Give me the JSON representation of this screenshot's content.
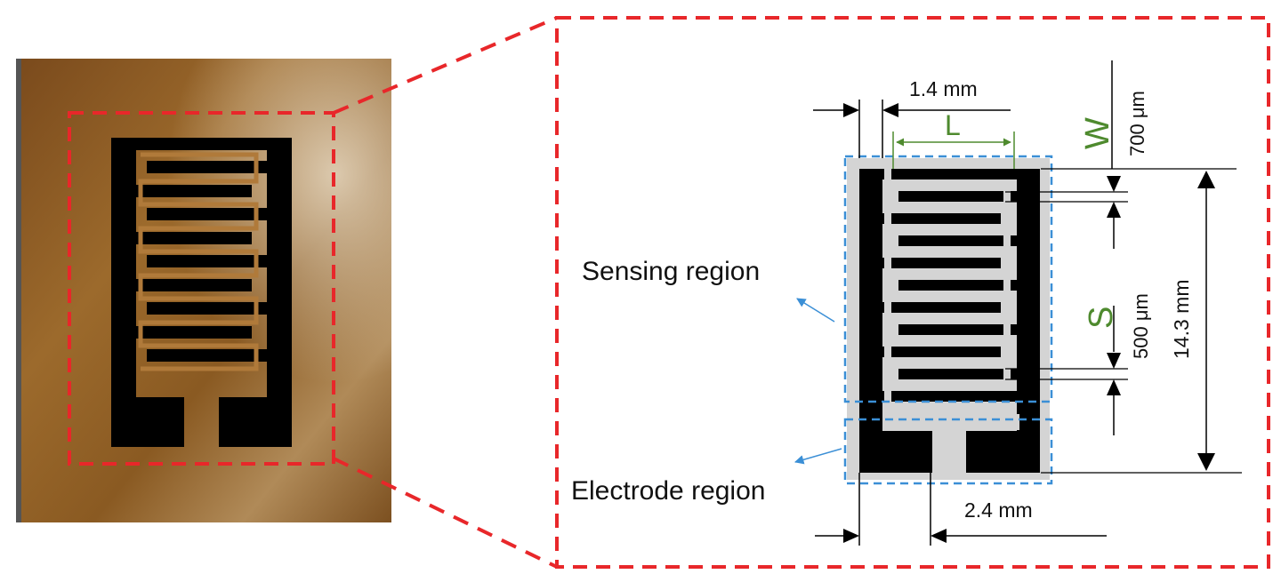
{
  "labels": {
    "sensing_region": "Sensing region",
    "electrode_region": "Electrode region"
  },
  "dimensions": {
    "top_gap": "1.4 mm",
    "length_symbol": "L",
    "width_symbol": "W",
    "width_value": "700 μm",
    "spacing_symbol": "S",
    "spacing_value": "500 μm",
    "total_height": "14.3 mm",
    "bottom_width": "2.4 mm"
  },
  "colors": {
    "dash_red": "#e8272a",
    "region_blue": "#3b8fd6",
    "symbol_green": "#4e8a2e",
    "electrode_black": "#000000",
    "substrate_gray": "#d4d4d4",
    "photo_brown": "#8a5a22",
    "photo_trace": "#a86e2e"
  }
}
